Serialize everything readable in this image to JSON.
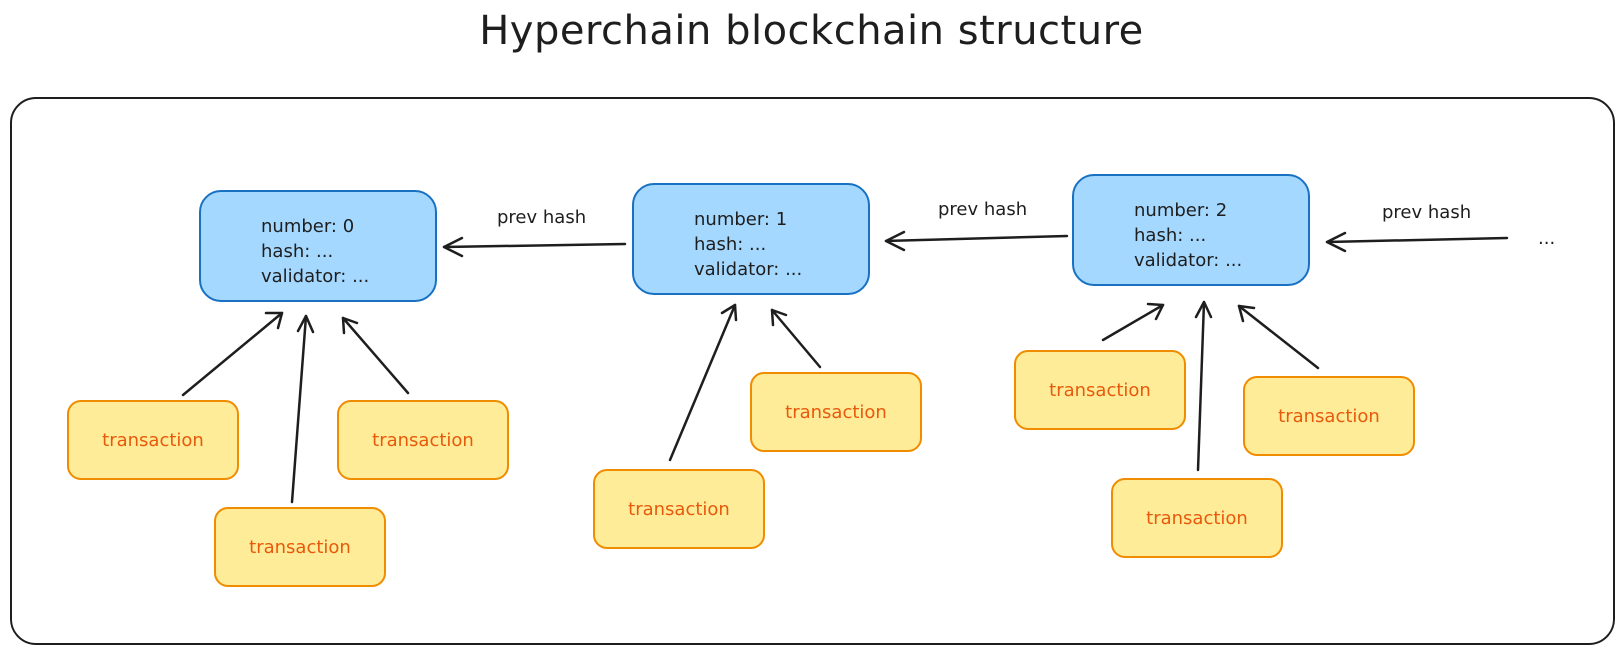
{
  "title": "Hyperchain blockchain structure",
  "blocks": [
    {
      "number": "number: 0",
      "hash": "hash: ...",
      "validator": "validator: ..."
    },
    {
      "number": "number: 1",
      "hash": "hash: ...",
      "validator": "validator: ..."
    },
    {
      "number": "number: 2",
      "hash": "hash: ...",
      "validator": "validator: ..."
    }
  ],
  "edge_label": "prev hash",
  "continuation": "...",
  "transaction_label": "transaction",
  "colors": {
    "block_fill": "#a5d8ff",
    "block_stroke": "#1971c2",
    "tx_fill": "#ffec99",
    "tx_stroke": "#f08c00",
    "tx_text": "#e8590c",
    "ink": "#1e1e1e"
  }
}
